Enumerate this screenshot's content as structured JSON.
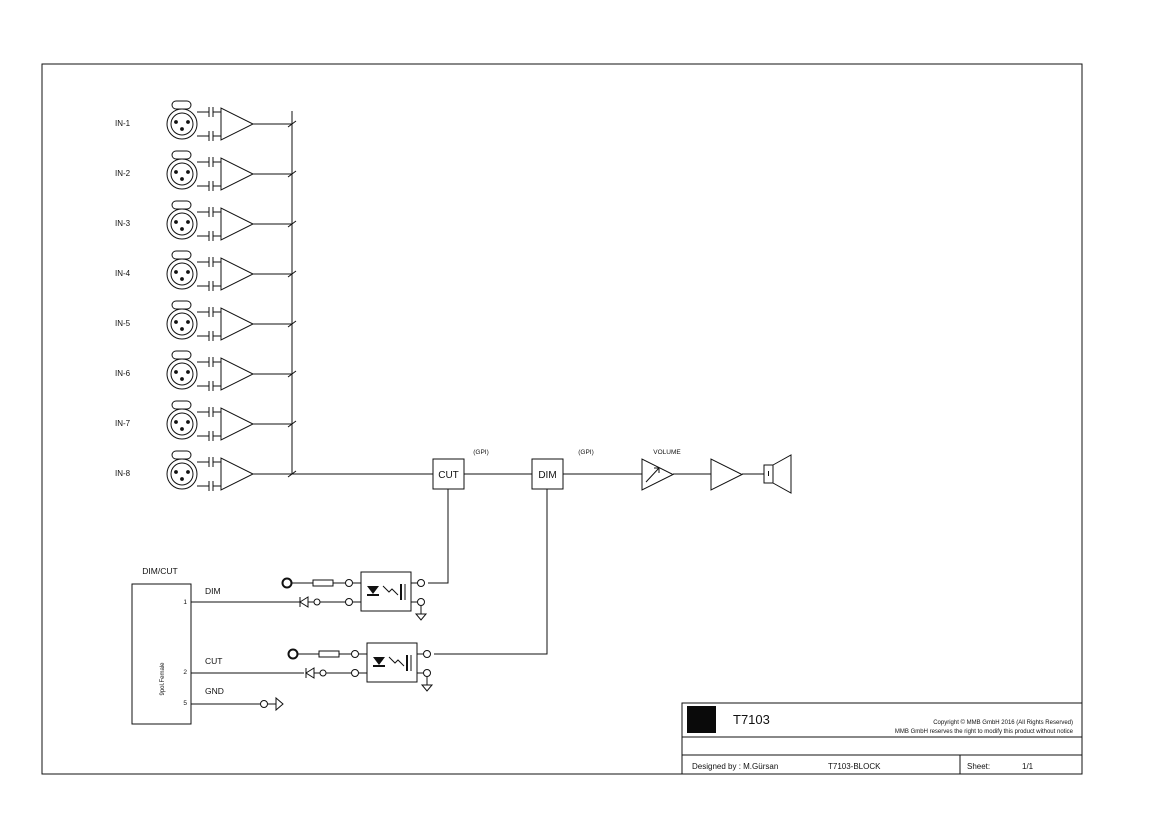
{
  "inputs": [
    {
      "label": "IN-1"
    },
    {
      "label": "IN-2"
    },
    {
      "label": "IN-3"
    },
    {
      "label": "IN-4"
    },
    {
      "label": "IN-5"
    },
    {
      "label": "IN-6"
    },
    {
      "label": "IN-7"
    },
    {
      "label": "IN-8"
    }
  ],
  "signal_chain": {
    "cut_label": "CUT",
    "dim_label": "DIM",
    "gpi_label_1": "(GPI)",
    "gpi_label_2": "(GPI)",
    "volume_label": "VOLUME"
  },
  "connector": {
    "title": "DIM/CUT",
    "body_label": "9pol.Female",
    "pin_dim_number": "1",
    "pin_cut_number": "2",
    "pin_gnd_number": "5",
    "pin_dim_label": "DIM",
    "pin_cut_label": "CUT",
    "pin_gnd_label": "GND"
  },
  "title_block": {
    "doc_id": "T7103",
    "copyright": "Copyright © MMB GmbH 2016 (All Rights Reserved)",
    "notice": "MMB GmbH reserves the right to modify this product without notice",
    "designer": "Designed by : M.Gürsan",
    "drawing_name": "T7103-BLOCK",
    "sheet_label": "Sheet:",
    "sheet_value": "1/1"
  }
}
